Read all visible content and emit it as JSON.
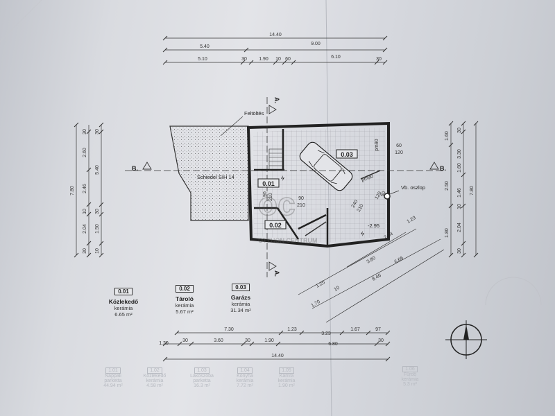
{
  "top_dims": {
    "row1": [
      "14.40"
    ],
    "row2": [
      "5.40",
      "9.00"
    ],
    "row3": [
      "5.10",
      "30",
      "1.90",
      "10",
      "60",
      "6.10",
      "30"
    ]
  },
  "bottom_dims": {
    "row1": [
      "7.30",
      "1.23",
      "3.23",
      "1.67",
      "97"
    ],
    "row2": [
      "1.20",
      "30",
      "3.60",
      "30",
      "1.90",
      "6.80",
      "30"
    ],
    "row3": [
      "14.40"
    ]
  },
  "left_dims": {
    "outer": [
      "7.80"
    ],
    "mid": [
      "30",
      "2.60",
      "2.46",
      "10",
      "2.04",
      "30"
    ],
    "inner": [
      "30",
      "5.40",
      "30",
      "1.50",
      "10"
    ]
  },
  "right_dims": {
    "outer": [
      "7.80"
    ],
    "mid": [
      "1.60",
      "2.50",
      "1.80"
    ],
    "inner": [
      "30",
      "3.30",
      "1.46",
      "2.04",
      "30",
      "1.60",
      "10"
    ]
  },
  "diag_dims": [
    "2.84",
    "3.80",
    "1.25",
    "10",
    "1.70",
    "8.46",
    "6.66",
    "1.23"
  ],
  "section_marks": {
    "aa": "A.",
    "bb": "B."
  },
  "plan_labels": {
    "feltoltes": "Feltöltés",
    "schiedel": "Schiedel SIH 14",
    "vb_oszlop": "Vb. oszlop",
    "level": "-2.95",
    "door_90_210": [
      "90",
      "210"
    ],
    "door_240_210": [
      "240",
      "210"
    ],
    "win_60_120": [
      "60",
      "120"
    ],
    "win_120_60": [
      "120",
      "60"
    ],
    "stair_90_210": [
      "90",
      "210"
    ],
    "parapet": [
      "pm90",
      "pm90"
    ]
  },
  "rooms_on_plan": [
    {
      "id": "0.01"
    },
    {
      "id": "0.02"
    },
    {
      "id": "0.03"
    }
  ],
  "room_schedule": [
    {
      "id": "0.01",
      "name": "Közlekedő",
      "material": "kerámia",
      "area": "6.65 m²"
    },
    {
      "id": "0.02",
      "name": "Tároló",
      "material": "kerámia",
      "area": "5.67 m²"
    },
    {
      "id": "0.03",
      "name": "Garázs",
      "material": "kerámia",
      "area": "31.34 m²"
    }
  ],
  "watermark": "OTTHON CENTRUM",
  "faint_schedule": [
    {
      "id": "1.01",
      "name": "Nappali",
      "material": "parketta",
      "area": "44.94 m²"
    },
    {
      "id": "1.02",
      "name": "Közlekedő",
      "material": "kerámia",
      "area": "4.58 m²"
    },
    {
      "id": "1.03",
      "name": "Lakószoba",
      "material": "parketta",
      "area": "16.3 m²"
    },
    {
      "id": "1.04",
      "name": "Konyha",
      "material": "kerámia",
      "area": "7.72 m²"
    },
    {
      "id": "1.05",
      "name": "Kamra",
      "material": "kerámia",
      "area": "1.90 m²"
    },
    {
      "id": "1.06",
      "name": "Fürdő",
      "material": "kerámia",
      "area": "5.3 m²"
    }
  ],
  "colors": {
    "ink": "#2a2a2a",
    "paper": "#dcdee2",
    "hatch": "#555"
  }
}
